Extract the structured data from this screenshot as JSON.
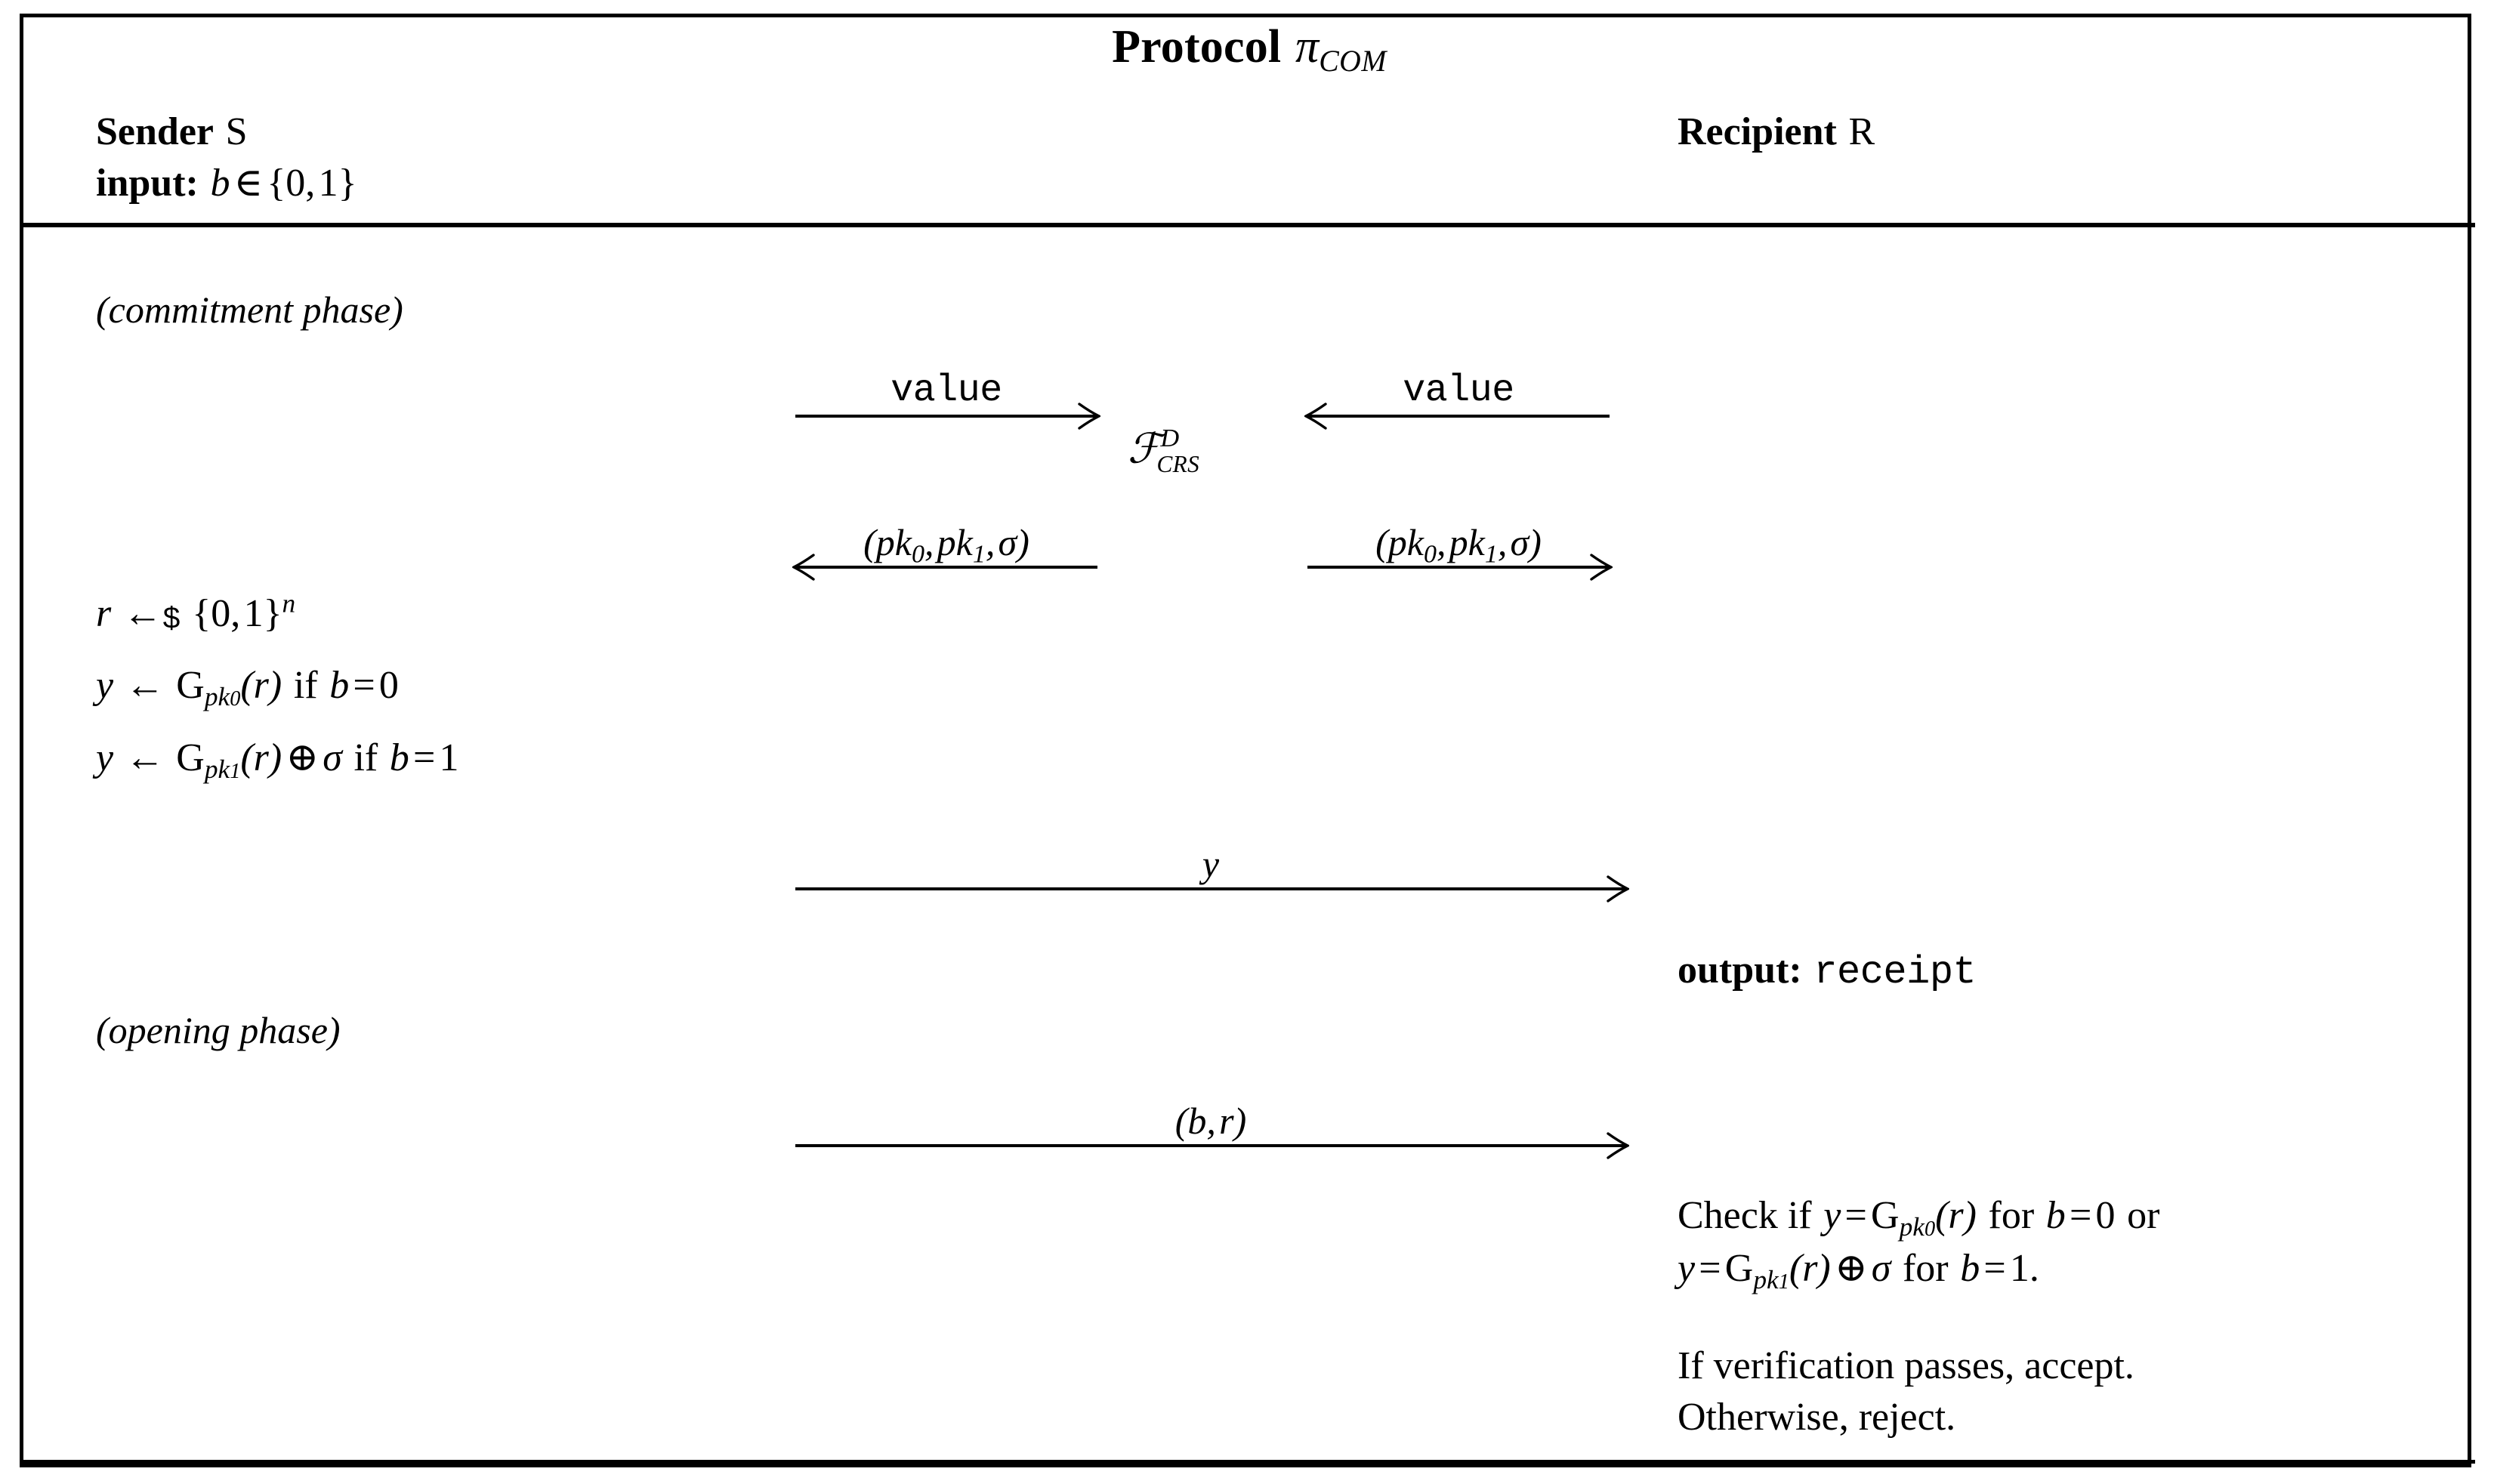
{
  "figure": {
    "title_prefix": "Protocol",
    "title_symbol": "π",
    "title_subscript": "COM"
  },
  "parties": {
    "sender": {
      "role_label": "Sender",
      "id": "S",
      "input_label": "input:",
      "input_value": "b ∈ {0,1}"
    },
    "recipient": {
      "role_label": "Recipient",
      "id": "R"
    }
  },
  "phases": {
    "commitment": "(commitment phase)",
    "opening": "(opening phase)"
  },
  "functionality": {
    "symbol": "F",
    "superscript": "D",
    "subscript": "CRS"
  },
  "messages": [
    {
      "name": "sender-value-request",
      "label": "value",
      "label_style": "tt",
      "direction": "right"
    },
    {
      "name": "recipient-value-request",
      "label": "value",
      "label_style": "tt",
      "direction": "left"
    },
    {
      "name": "crs-to-sender",
      "label": "(pk₀, pk₁, σ)",
      "label_style": "math",
      "direction": "left"
    },
    {
      "name": "crs-to-recipient",
      "label": "(pk₀, pk₁, σ)",
      "label_style": "math",
      "direction": "right"
    },
    {
      "name": "commitment-message",
      "label": "y",
      "label_style": "math",
      "direction": "right"
    },
    {
      "name": "opening-message",
      "label": "(b, r)",
      "label_style": "math",
      "direction": "right"
    }
  ],
  "sender_computation": {
    "line1": "r ←$ {0,1}ⁿ",
    "line2": "y ← G_{pk₀}(r) if b = 0",
    "line3": "y ← G_{pk₁}(r) ⊕ σ if b = 1",
    "sample_var": "r",
    "sample_arrow": "←",
    "sample_dollar": "$",
    "sample_set": "{0,1}",
    "sample_exponent": "n",
    "out_var": "y",
    "gen_symbol": "G",
    "key0": "pk",
    "key0_index": "0",
    "key1": "pk",
    "key1_index": "1",
    "rand_arg": "(r)",
    "xor": "⊕",
    "sigma": "σ",
    "if_word": "if",
    "bit_var": "b",
    "eq": "=",
    "bit0": "0",
    "bit1": "1"
  },
  "recipient_output": {
    "label": "output:",
    "value": "receipt"
  },
  "recipient_check": {
    "line1_prefix": "Check if",
    "line1": "Check if y = G_{pk₀}(r) for b = 0 or",
    "line2": "y = G_{pk₁}(r) ⊕ σ for b = 1.",
    "for_word": "for",
    "or_word": "or",
    "period": "."
  },
  "verdict": {
    "line1": "If verification passes, accept.",
    "line2": "Otherwise, reject."
  },
  "colors": {
    "ink": "#000000",
    "paper": "#ffffff"
  }
}
